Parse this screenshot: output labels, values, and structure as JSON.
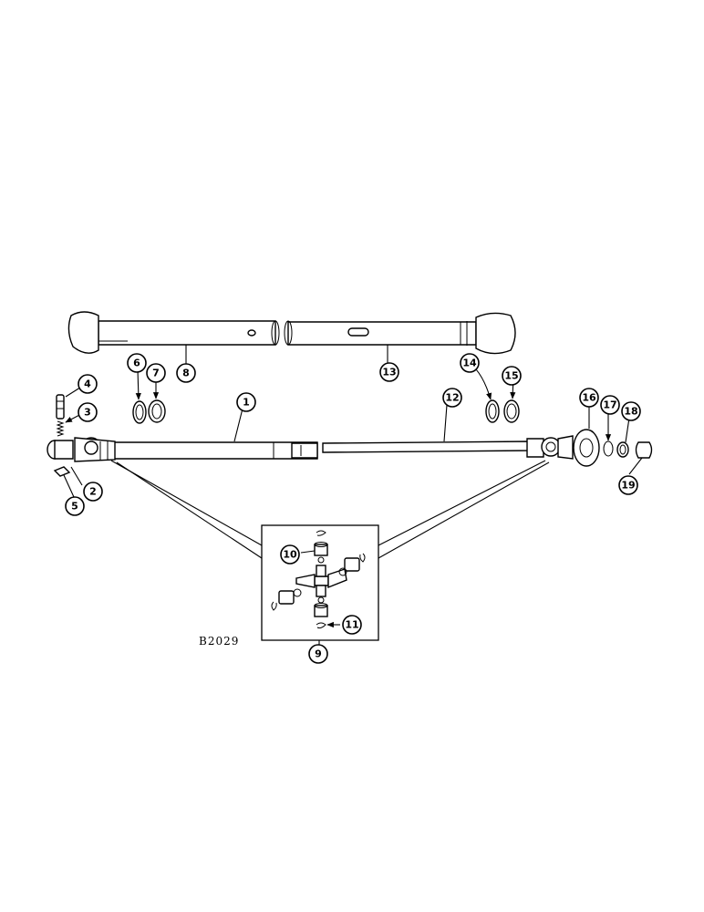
{
  "figure_code": "B2029",
  "callouts": {
    "c1": "1",
    "c2": "2",
    "c3": "3",
    "c4": "4",
    "c5": "5",
    "c6": "6",
    "c7": "7",
    "c8": "8",
    "c9": "9",
    "c10": "10",
    "c11": "11",
    "c12": "12",
    "c13": "13",
    "c14": "14",
    "c15": "15",
    "c16": "16",
    "c17": "17",
    "c18": "18",
    "c19": "19"
  }
}
